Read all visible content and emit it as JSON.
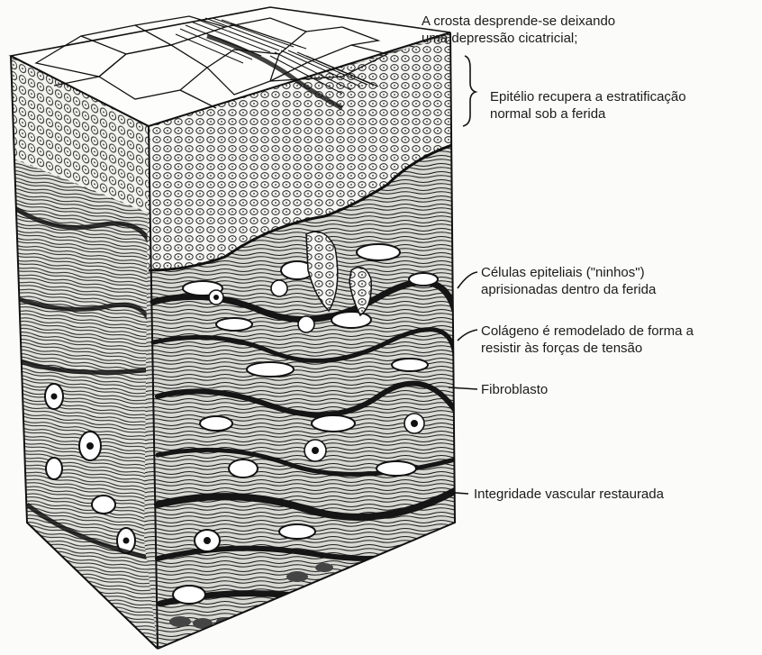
{
  "labels": {
    "crust": {
      "line1": "A crosta desprende-se deixando",
      "line2": "uma depressão cicatricial;"
    },
    "epithelium": {
      "line1": "Epitélio recupera a estratificação",
      "line2": "normal sob a ferida"
    },
    "nests": {
      "line1": "Células epiteliais (\"ninhos\")",
      "line2": "aprisionadas dentro da ferida"
    },
    "collagen": {
      "line1": "Colágeno é remodelado de forma a",
      "line2": "resistir às forças de tensão"
    },
    "fibroblast": {
      "line1": "Fibroblasto"
    },
    "vascular": {
      "line1": "Integridade vascular restaurada"
    }
  }
}
